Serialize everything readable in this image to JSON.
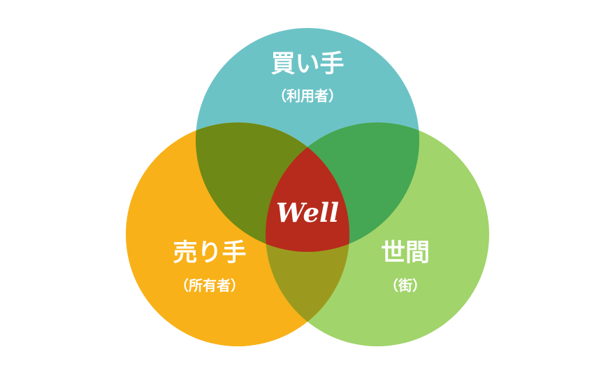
{
  "diagram": {
    "type": "venn-3",
    "colors": {
      "buyer": "#6cc3c6",
      "seller": "#f8b118",
      "society": "#a1d46b",
      "buyer_seller": "#6e8915",
      "buyer_society": "#45a653",
      "seller_society": "#9c9a1e",
      "center": "#b62b1c"
    },
    "circles": [
      {
        "id": "buyer",
        "title": "買い手",
        "subtitle": "（利用者）"
      },
      {
        "id": "seller",
        "title": "売り手",
        "subtitle": "（所有者）"
      },
      {
        "id": "society",
        "title": "世間",
        "subtitle": "（街）"
      }
    ],
    "center_label": "Well"
  }
}
